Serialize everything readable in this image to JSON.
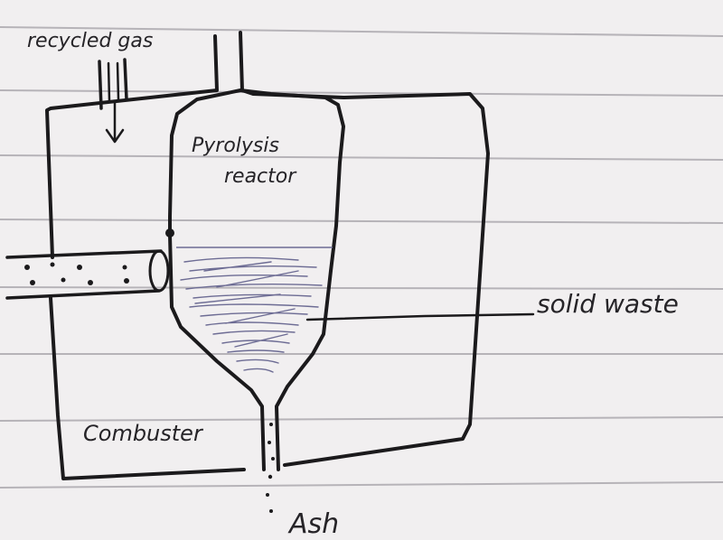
{
  "diagram": {
    "labels": {
      "recycled_gas": "recycled gas",
      "reactor_line1": "Pyrolysis",
      "reactor_line2": "reactor",
      "solid_waste": "solid waste",
      "combustor": "Combuster",
      "ash": "Ash"
    },
    "colors": {
      "paper": "#f1eff0",
      "rule_line": "#b6b3b8",
      "ink": "#1b1a1c",
      "hatch": "#6d6c94"
    }
  }
}
